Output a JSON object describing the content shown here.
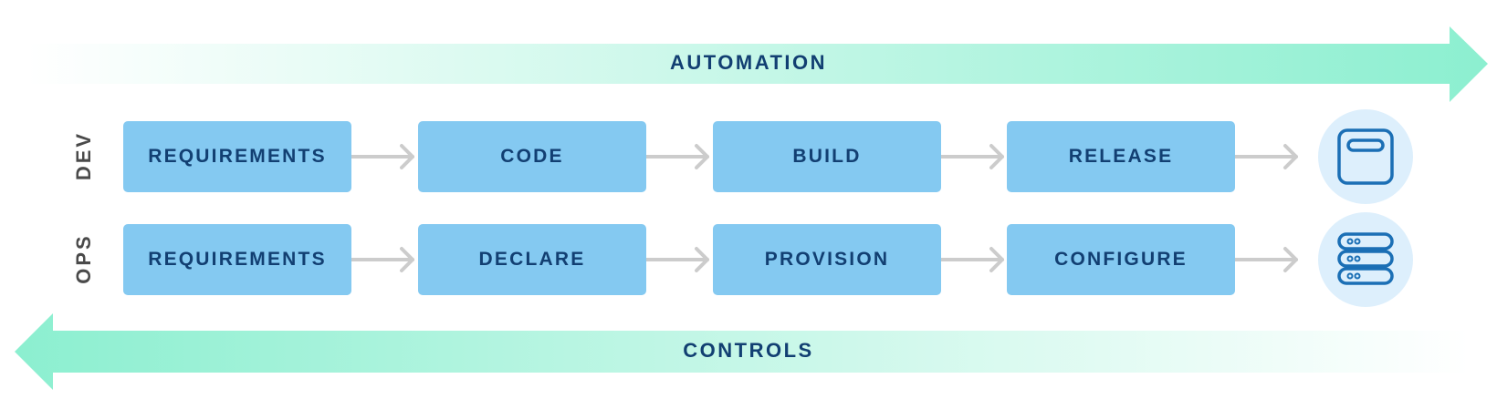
{
  "banners": {
    "automation": "AUTOMATION",
    "controls": "CONTROLS"
  },
  "rows": {
    "dev": {
      "label": "DEV",
      "steps": [
        "REQUIREMENTS",
        "CODE",
        "BUILD",
        "RELEASE"
      ],
      "endpoint_icon": "server-window-icon"
    },
    "ops": {
      "label": "OPS",
      "steps": [
        "REQUIREMENTS",
        "DECLARE",
        "PROVISION",
        "CONFIGURE"
      ],
      "endpoint_icon": "server-stack-icon"
    }
  },
  "colors": {
    "step_fill": "#84c9f1",
    "text_dark_blue": "#123f72",
    "row_label_gray": "#4a4a4a",
    "banner_green": "#8cefd0",
    "connector_gray": "#cccccc",
    "endpoint_circle": "#ddeffc",
    "icon_stroke": "#1b6fb5"
  }
}
